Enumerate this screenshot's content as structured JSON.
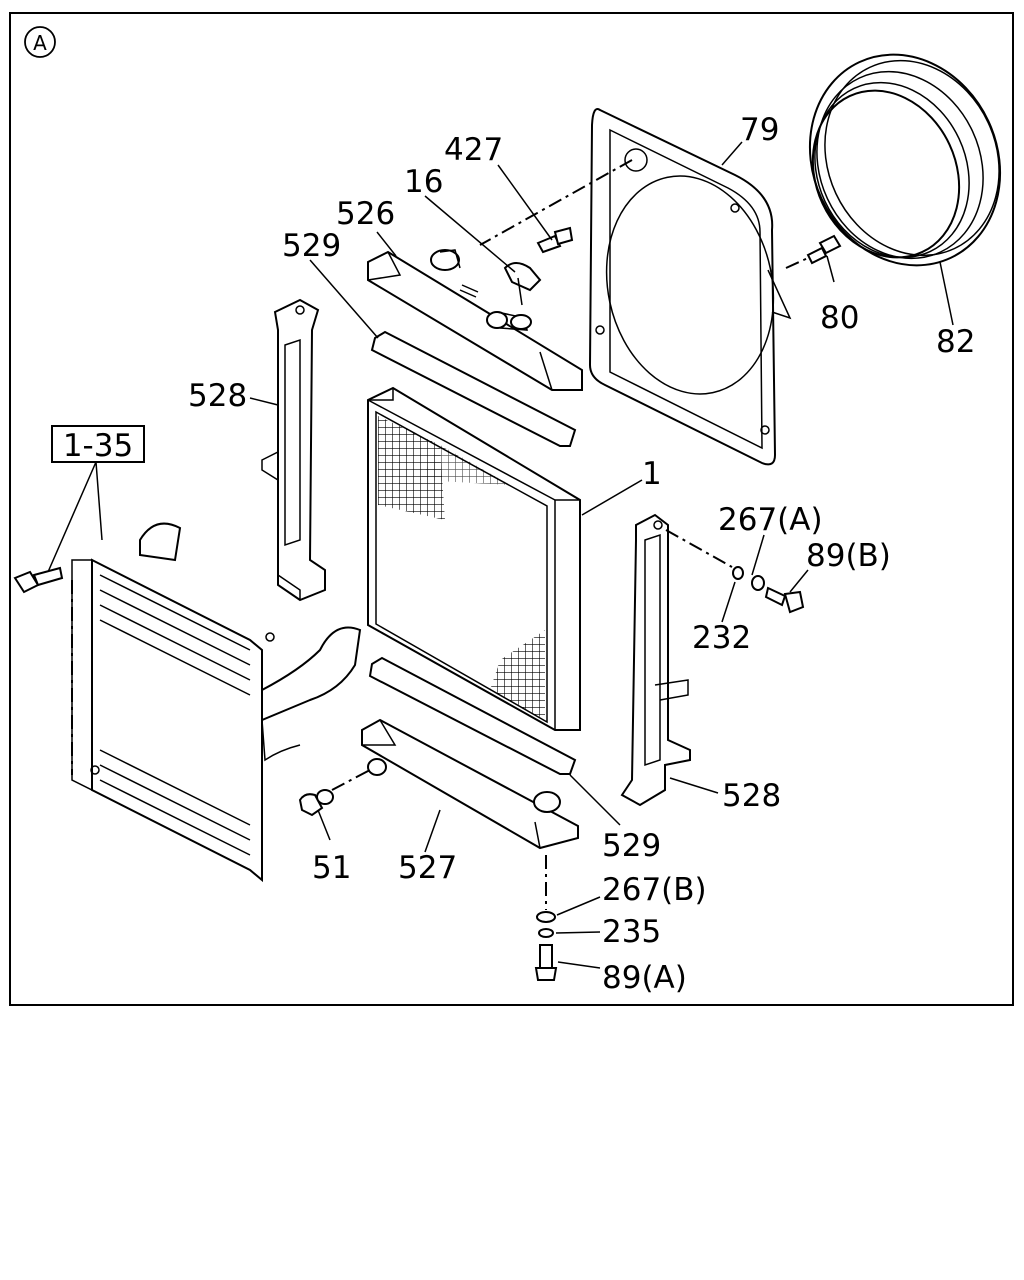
{
  "view_marker": "A",
  "reference_box": "1-35",
  "callouts": {
    "c79": "79",
    "c427": "427",
    "c16": "16",
    "c526": "526",
    "c529_top": "529",
    "c80": "80",
    "c82": "82",
    "c528_left": "528",
    "c1": "1",
    "c267a": "267(A)",
    "c89b": "89(B)",
    "c232": "232",
    "c528_right": "528",
    "c529_bottom": "529",
    "c51": "51",
    "c527": "527",
    "c267b": "267(B)",
    "c235": "235",
    "c89a": "89(A)"
  }
}
